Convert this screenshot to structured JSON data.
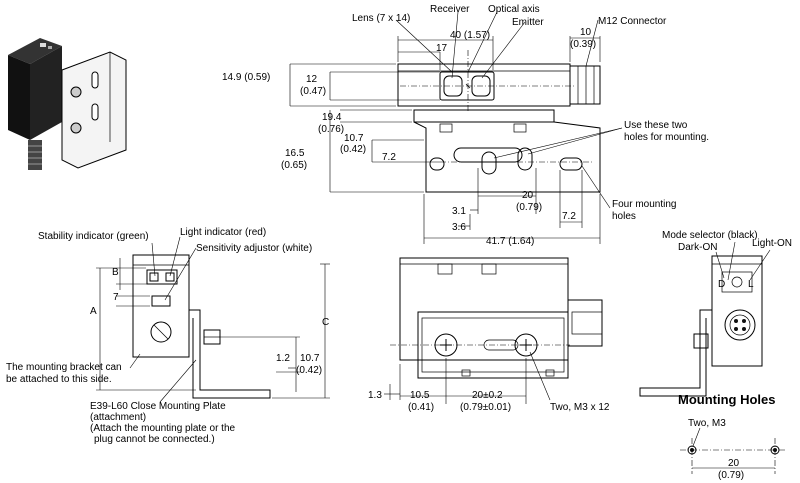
{
  "labels": {
    "lens": "Lens (7 x 14)",
    "receiver": "Receiver",
    "optical_axis": "Optical axis",
    "emitter": "Emitter",
    "m12": "M12 Connector",
    "dim_40": "40 (1.57)",
    "dim_17": "17",
    "dim_10": "10",
    "dim_10_in": "(0.39)",
    "dim_14_9": "14.9 (0.59)",
    "dim_12": "12",
    "dim_12_in": "(0.47)",
    "dim_19_4": "19.4",
    "dim_19_4_in": "(0.76)",
    "dim_10_7a": "10.7",
    "dim_10_7a_in": "(0.42)",
    "dim_16_5": "16.5",
    "dim_16_5_in": "(0.65)",
    "dim_7_2a": "7.2",
    "use_holes_1": "Use these two",
    "use_holes_2": "holes for mounting.",
    "dim_20": "20",
    "dim_20_in": "(0.79)",
    "dim_3_1": "3.1",
    "dim_3_6": "3.6",
    "dim_7_2b": "7.2",
    "four_holes_1": "Four mounting",
    "four_holes_2": "holes",
    "dim_41_7": "41.7 (1.64)",
    "stability": "Stability indicator (green)",
    "light_ind": "Light indicator (red)",
    "sens_adj": "Sensitivity adjustor (white)",
    "dim_b": "B",
    "dim_7": "7",
    "dim_a": "A",
    "dim_c": "C",
    "bracket_note_1": "The mounting bracket can",
    "bracket_note_2": "be attached to this side.",
    "dim_1_2": "1.2",
    "dim_10_7b": "10.7",
    "dim_10_7b_in": "(0.42)",
    "plate_1": "E39-L60 Close Mounting Plate",
    "plate_2": "(attachment)",
    "plate_3": "(Attach the mounting plate or the",
    "plate_4": "plug cannot be connected.)",
    "dim_1_3": "1.3",
    "dim_10_5": "10.5",
    "dim_10_5_in": "(0.41)",
    "dim_20pm": "20±0.2",
    "dim_20pm_in": "(0.79±0.01)",
    "two_m3x12": "Two, M3 x 12",
    "mode_sel": "Mode selector (black)",
    "dark_on": "Dark-ON",
    "light_on": "Light-ON",
    "mode_d": "D",
    "mode_l": "L",
    "mounting_holes_title": "Mounting Holes",
    "two_m3": "Two, M3",
    "mh_20": "20",
    "mh_20_in": "(0.79)"
  }
}
